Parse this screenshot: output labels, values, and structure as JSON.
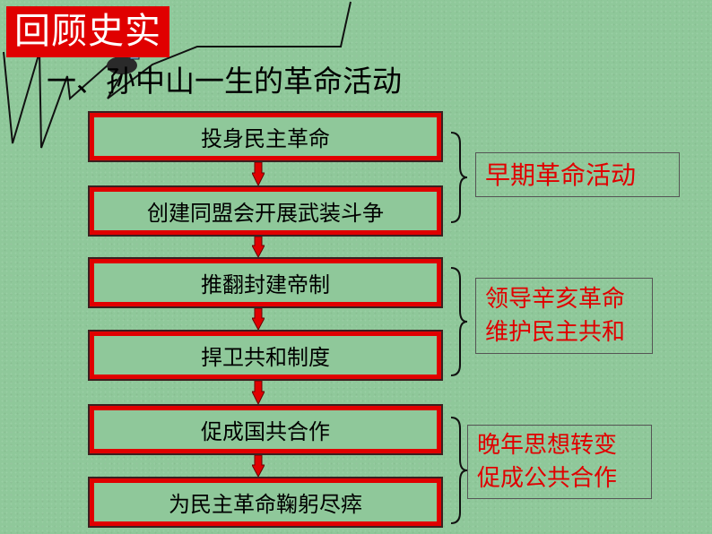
{
  "header": {
    "tag": "回顾史实"
  },
  "section": {
    "title": "一、孙中山一生的革命活动"
  },
  "flow": {
    "steps": [
      "投身民主革命",
      "创建同盟会开展武装斗争",
      "推翻封建帝制",
      "捍卫共和制度",
      "促成国共合作",
      "为民主革命鞠躬尽瘁"
    ]
  },
  "groups": [
    {
      "lines": [
        "早期革命活动"
      ]
    },
    {
      "lines": [
        "领导辛亥革命",
        "维护民主共和"
      ]
    },
    {
      "lines": [
        "晚年思想转变",
        "促成公共合作"
      ]
    }
  ],
  "colors": {
    "accent": "#e00000",
    "background": "#8fc89a"
  }
}
